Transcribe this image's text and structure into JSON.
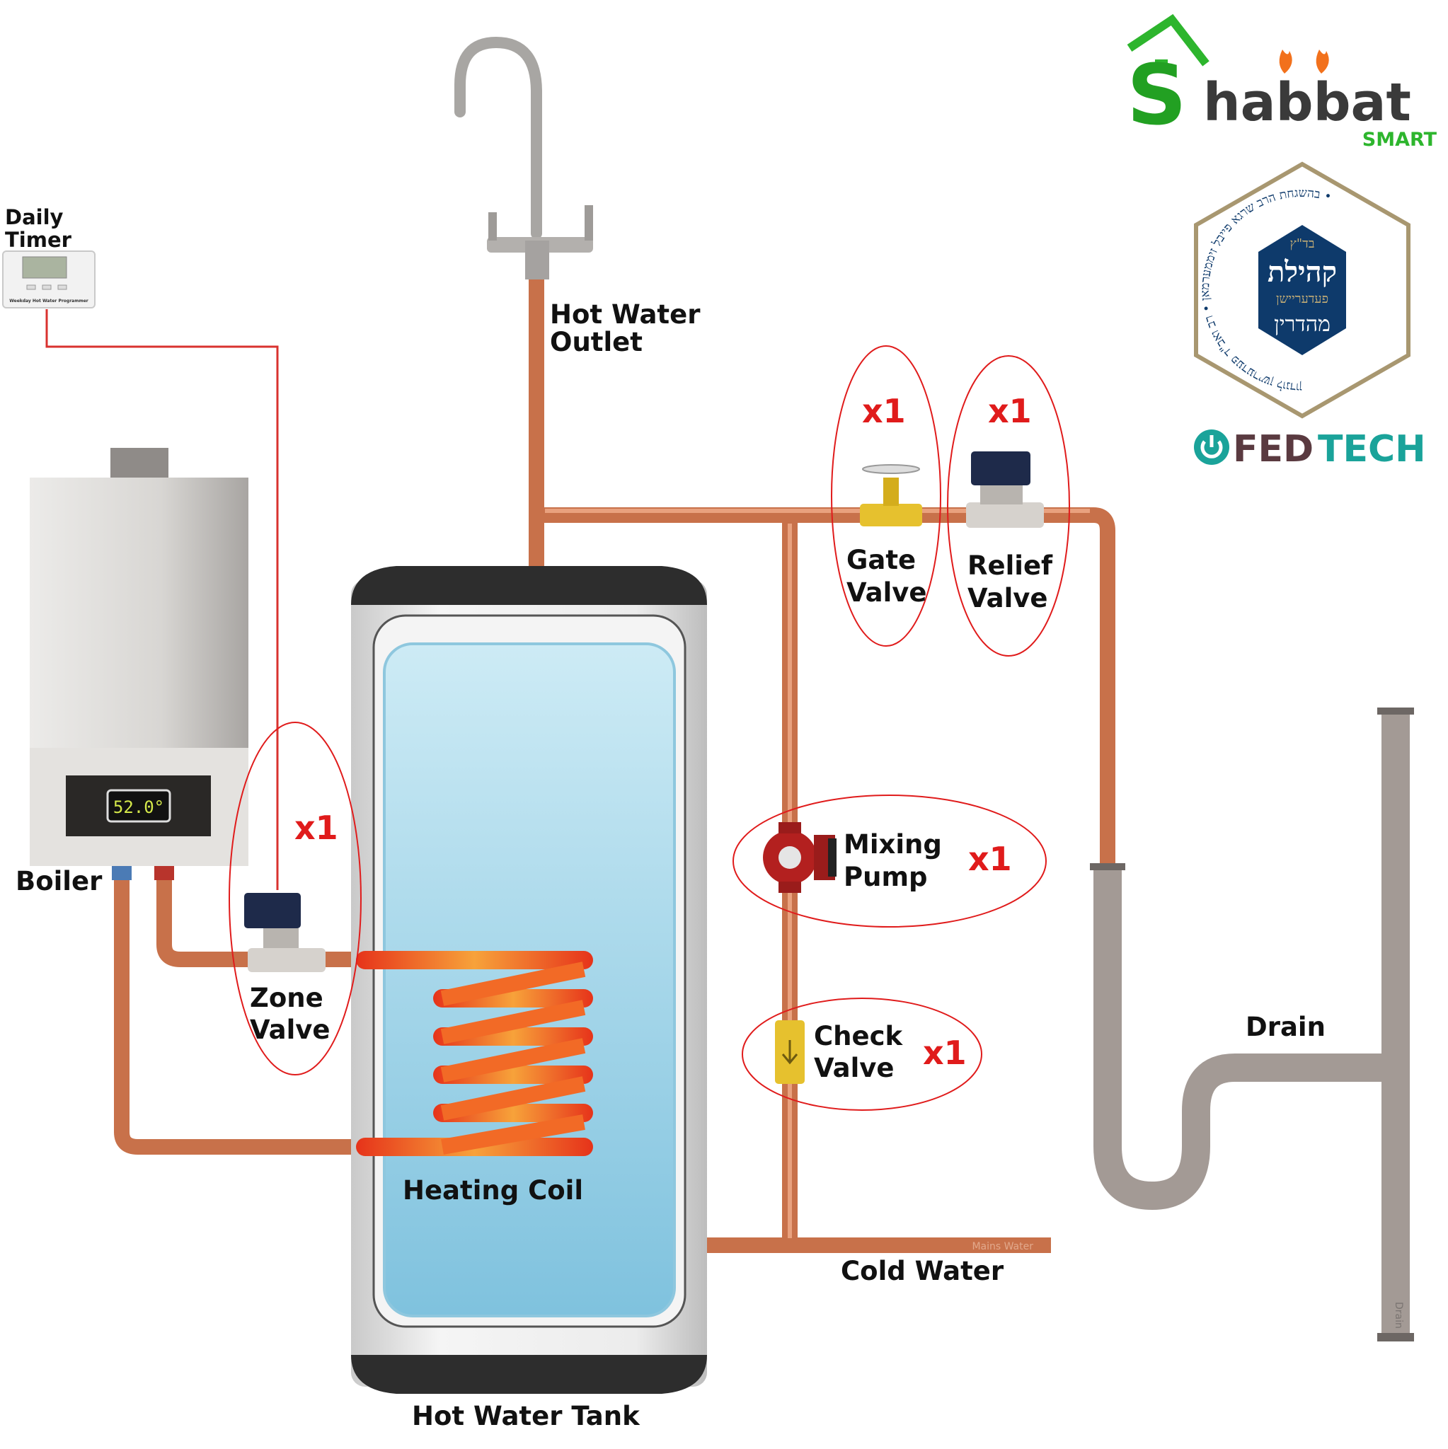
{
  "labels": {
    "daily_timer_1": "Daily",
    "daily_timer_2": "Timer",
    "timer_caption": "Weekday Hot Water Programmer",
    "hot_water_outlet_1": "Hot Water",
    "hot_water_outlet_2": "Outlet",
    "gate_valve_1": "Gate",
    "gate_valve_2": "Valve",
    "relief_valve_1": "Relief",
    "relief_valve_2": "Valve",
    "mixing_pump_1": "Mixing",
    "mixing_pump_2": "Pump",
    "check_valve_1": "Check",
    "check_valve_2": "Valve",
    "zone_valve_1": "Zone",
    "zone_valve_2": "Valve",
    "boiler": "Boiler",
    "boiler_display": "52.0°",
    "heating_coil": "Heating Coil",
    "cold_water": "Cold Water",
    "mains_water": "Mains Water",
    "hot_water_tank": "Hot Water Tank",
    "drain": "Drain",
    "drain_pipe_text": "Drain"
  },
  "quantities": {
    "gate_valve": "x1",
    "relief_valve": "x1",
    "mixing_pump": "x1",
    "check_valve": "x1",
    "zone_valve": "x1"
  },
  "logos": {
    "shabbat_s": "S",
    "shabbat_rest": "habbat",
    "shabbat_smart": "SMART",
    "seal_top": "בד\"ץ",
    "seal_main": "קהילת",
    "seal_sub": "פעדעריישן",
    "seal_bottom": "מהדרין",
    "seal_ring": "בהשגחת הרב שרגא פייבל זיממערמאן • רב ואב\"ד פעדערישן לונדון •",
    "fedtech_fed": "FED",
    "fedtech_tech": "TECH"
  },
  "colors": {
    "copper": "#c8714a",
    "highlight_ring": "#e01b1b",
    "water": "#a9d8ea",
    "coil": "#f04a1c",
    "brand_green": "#2db52d",
    "seal_navy": "#0e3a6b",
    "seal_gold": "#a89770",
    "fedtech_teal": "#1aa39a",
    "fedtech_plum": "#5a3a40"
  }
}
